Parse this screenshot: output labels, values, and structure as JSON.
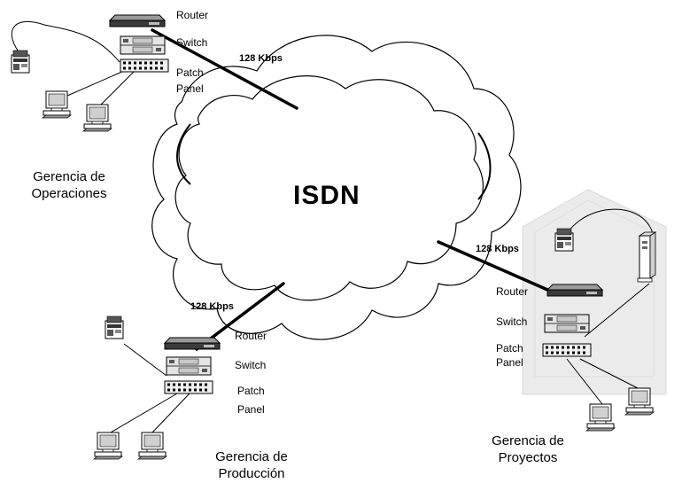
{
  "cloud": {
    "label": "ISDN"
  },
  "links": [
    {
      "id": "operaciones",
      "bandwidth": "128 Kbps"
    },
    {
      "id": "proyectos",
      "bandwidth": "128 Kbps"
    },
    {
      "id": "produccion",
      "bandwidth": "128 Kbps"
    }
  ],
  "sites": {
    "operaciones": {
      "name_line1": "Gerencia de",
      "name_line2": "Operaciones",
      "router": "Router",
      "switch": "Switch",
      "patch_line1": "Patch",
      "patch_line2": "Panel"
    },
    "produccion": {
      "name_line1": "Gerencia de",
      "name_line2": "Producción",
      "router": "Router",
      "switch": "Switch",
      "patch_line1": "Patch",
      "patch_line2": "Panel"
    },
    "proyectos": {
      "name_line1": "Gerencia de",
      "name_line2": "Proyectos",
      "router": "Router",
      "switch": "Switch",
      "patch_line1": "Patch",
      "patch_line2": "Panel"
    }
  },
  "colors": {
    "line": "#000000",
    "building": "#ebebeb",
    "device_dark": "#3a3a3a",
    "device_light": "#e4e4e4"
  }
}
